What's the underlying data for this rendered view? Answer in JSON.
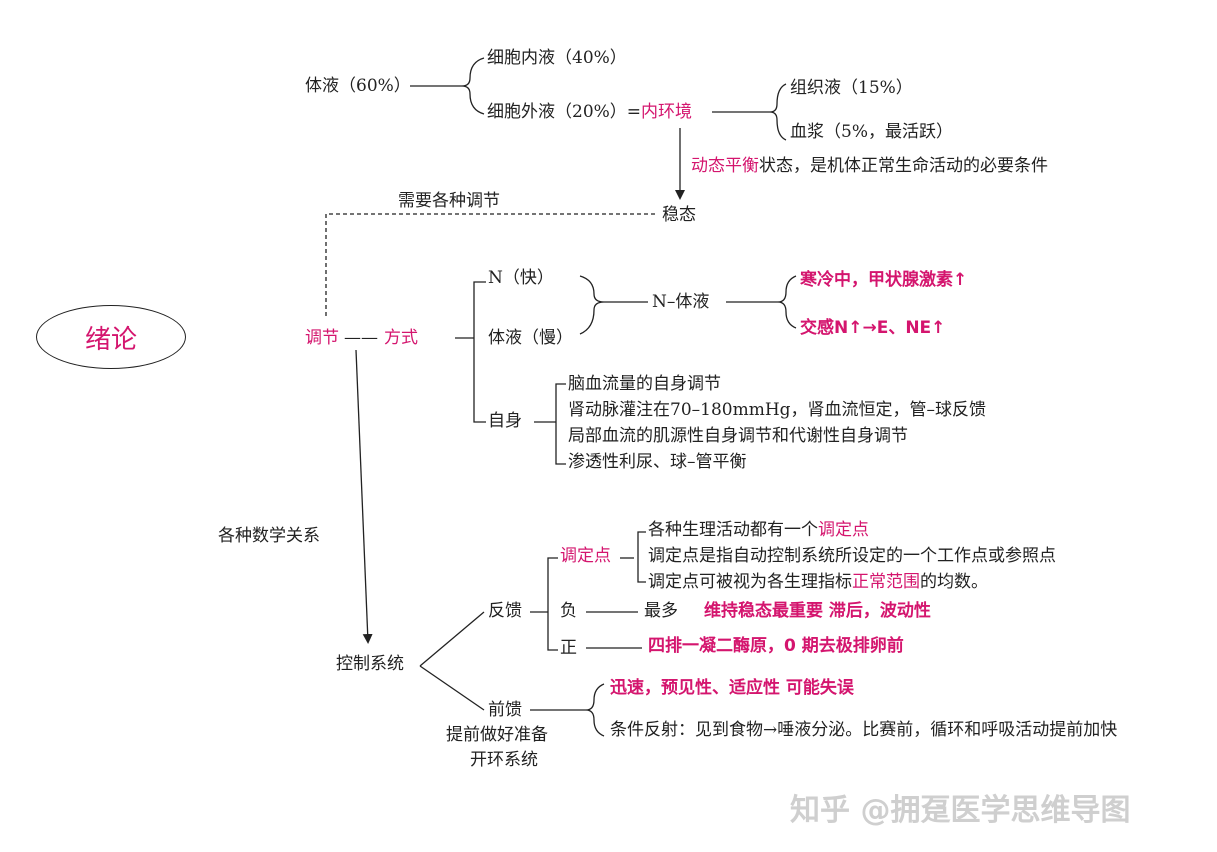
{
  "root": "绪论",
  "body_fluid": {
    "total": "体液（60%）",
    "intracellular": "细胞内液（40%）",
    "extracellular": "细胞外液（20%）=",
    "internal_env": "内环境",
    "tissue_fluid": "组织液（15%）",
    "plasma": "血浆（5%，最活跃）",
    "dynamic_balance": "动态平衡",
    "state_note": "状态，是机体正常生命活动的必要条件",
    "homeostasis": "稳态",
    "needs_regulation": "需要各种调节"
  },
  "regulation": {
    "label": "调节",
    "dash": "——",
    "method": "方式",
    "neural": "N（快）",
    "humoral": "体液（慢）",
    "neuro_humoral": "N–体液",
    "cold": "寒冷中，甲状腺激素↑",
    "sympathetic": "交感N↑→E、NE↑",
    "auto": "自身",
    "auto_items": [
      "脑血流量的自身调节",
      "肾动脉灌注在70–180mmHg，肾血流恒定，管–球反馈",
      "局部血流的肌源性自身调节和代谢性自身调节",
      "渗透性利尿、球–管平衡"
    ]
  },
  "math_relation": "各种数学关系",
  "control": {
    "label": "控制系统",
    "feedback": "反馈",
    "set_point": "调定点",
    "sp_item1_prefix": "各种生理活动都有一个",
    "sp_item1_hl": "调定点",
    "sp_item2": "调定点是指自动控制系统所设定的一个工作点或参照点",
    "sp_item3_prefix": "调定点可被视为各生理指标",
    "sp_item3_hl": "正常范围",
    "sp_item3_suffix": "的均数。",
    "negative": "负",
    "negative_most": "最多",
    "negative_desc": "维持稳态最重要  滞后，波动性",
    "positive": "正",
    "positive_desc": "四排一凝二酶原，0 期去极排卵前",
    "feedforward": "前馈",
    "ff_note1": "提前做好准备",
    "ff_note2": "开环系统",
    "ff_trait": "迅速，预见性、适应性   可能失误",
    "ff_reflex": "条件反射：见到食物→唾液分泌。比赛前，循环和呼吸活动提前加快"
  },
  "watermark": "知乎 @拥趸医学思维导图",
  "colors": {
    "accent": "#d4156e",
    "text": "#222222",
    "watermark": "#cfcfcf"
  }
}
